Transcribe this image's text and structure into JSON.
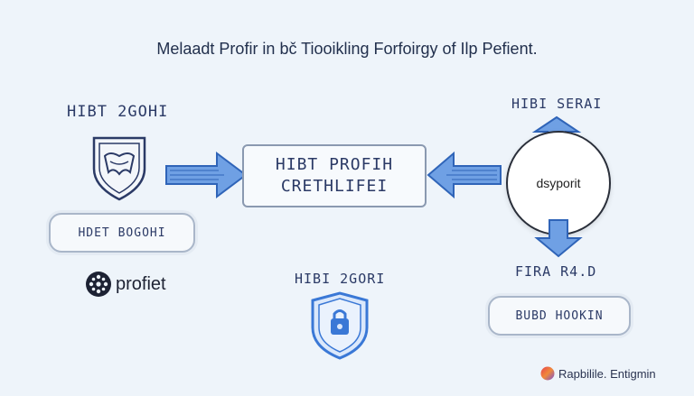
{
  "title": "Melaadt Profir in bč Tiooikling Forfoirgy of Ilp Pefient.",
  "left": {
    "top_label": "HIBT 2GOHI",
    "pill_label": "HDET BOGOHI"
  },
  "center": {
    "line1": "HIBT PROFIH",
    "line2": "CRETHLIFEI"
  },
  "bottom_center": {
    "label": "HIBI 2GORI"
  },
  "right": {
    "top_label": "HIBI SERAI",
    "circle_label": "dsyporit",
    "bottom_label": "FIRA R4.D",
    "pill_label": "BUBD HOOKIN"
  },
  "brand": {
    "name": "profiet"
  },
  "footer": {
    "text": "Rapbilile. Entigmin"
  },
  "colors": {
    "arrow_blue": "#4a86d8",
    "arrow_dark": "#1f4f9e",
    "shield_blue": "#3a78d6",
    "brand_dark": "#1d2233",
    "footer_red": "#e7414f",
    "footer_purple": "#7a4fd6"
  }
}
